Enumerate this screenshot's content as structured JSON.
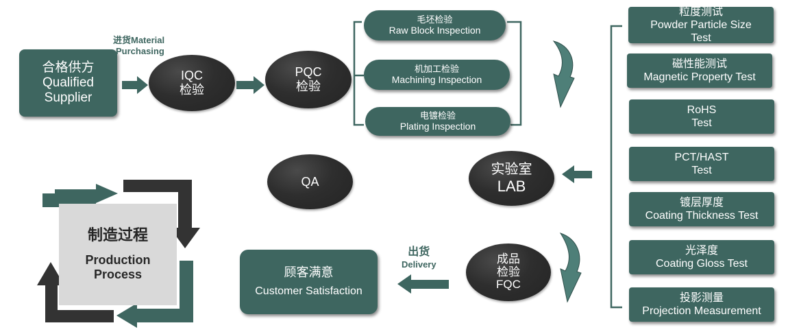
{
  "supplier": {
    "zh": "合格供方",
    "en1": "Qualified",
    "en2": "Supplier"
  },
  "purchasing_label": {
    "line1": "进货Material",
    "line2": "Purchasing"
  },
  "iqc": {
    "line1": "IQC",
    "line2": "检验"
  },
  "pqc": {
    "line1": "PQC",
    "line2": "检验"
  },
  "inspections": [
    {
      "zh": "毛坯检验",
      "en": "Raw Block Inspection"
    },
    {
      "zh": "机加工检验",
      "en": "Machining Inspection"
    },
    {
      "zh": "电镀检验",
      "en": "Plating Inspection"
    }
  ],
  "qa": {
    "label": "QA"
  },
  "lab": {
    "zh": "实验室",
    "en": "LAB"
  },
  "tests": [
    {
      "zh": "粒度测试",
      "en1": "Powder Particle Size",
      "en2": "Test"
    },
    {
      "zh": "磁性能测试",
      "en1": "Magnetic Property Test",
      "en2": ""
    },
    {
      "zh": "",
      "en1": "RoHS",
      "en2": "Test"
    },
    {
      "zh": "",
      "en1": "PCT/HAST",
      "en2": "Test"
    },
    {
      "zh": "镀层厚度",
      "en1": "Coating Thickness Test",
      "en2": ""
    },
    {
      "zh": "光泽度",
      "en1": "Coating Gloss Test",
      "en2": ""
    },
    {
      "zh": "投影测量",
      "en1": "Projection Measurement",
      "en2": ""
    }
  ],
  "production": {
    "zh": "制造过程",
    "en1": "Production",
    "en2": "Process"
  },
  "customer": {
    "zh": "顾客满意",
    "en": "Customer Satisfaction"
  },
  "delivery_label": {
    "zh": "出货",
    "en": "Delivery"
  },
  "fqc": {
    "line1": "成品",
    "line2": "检验",
    "line3": "FQC"
  },
  "colors": {
    "teal": "#3e6660",
    "dark": "#2e2e2e",
    "gray": "#d9d9d9"
  }
}
